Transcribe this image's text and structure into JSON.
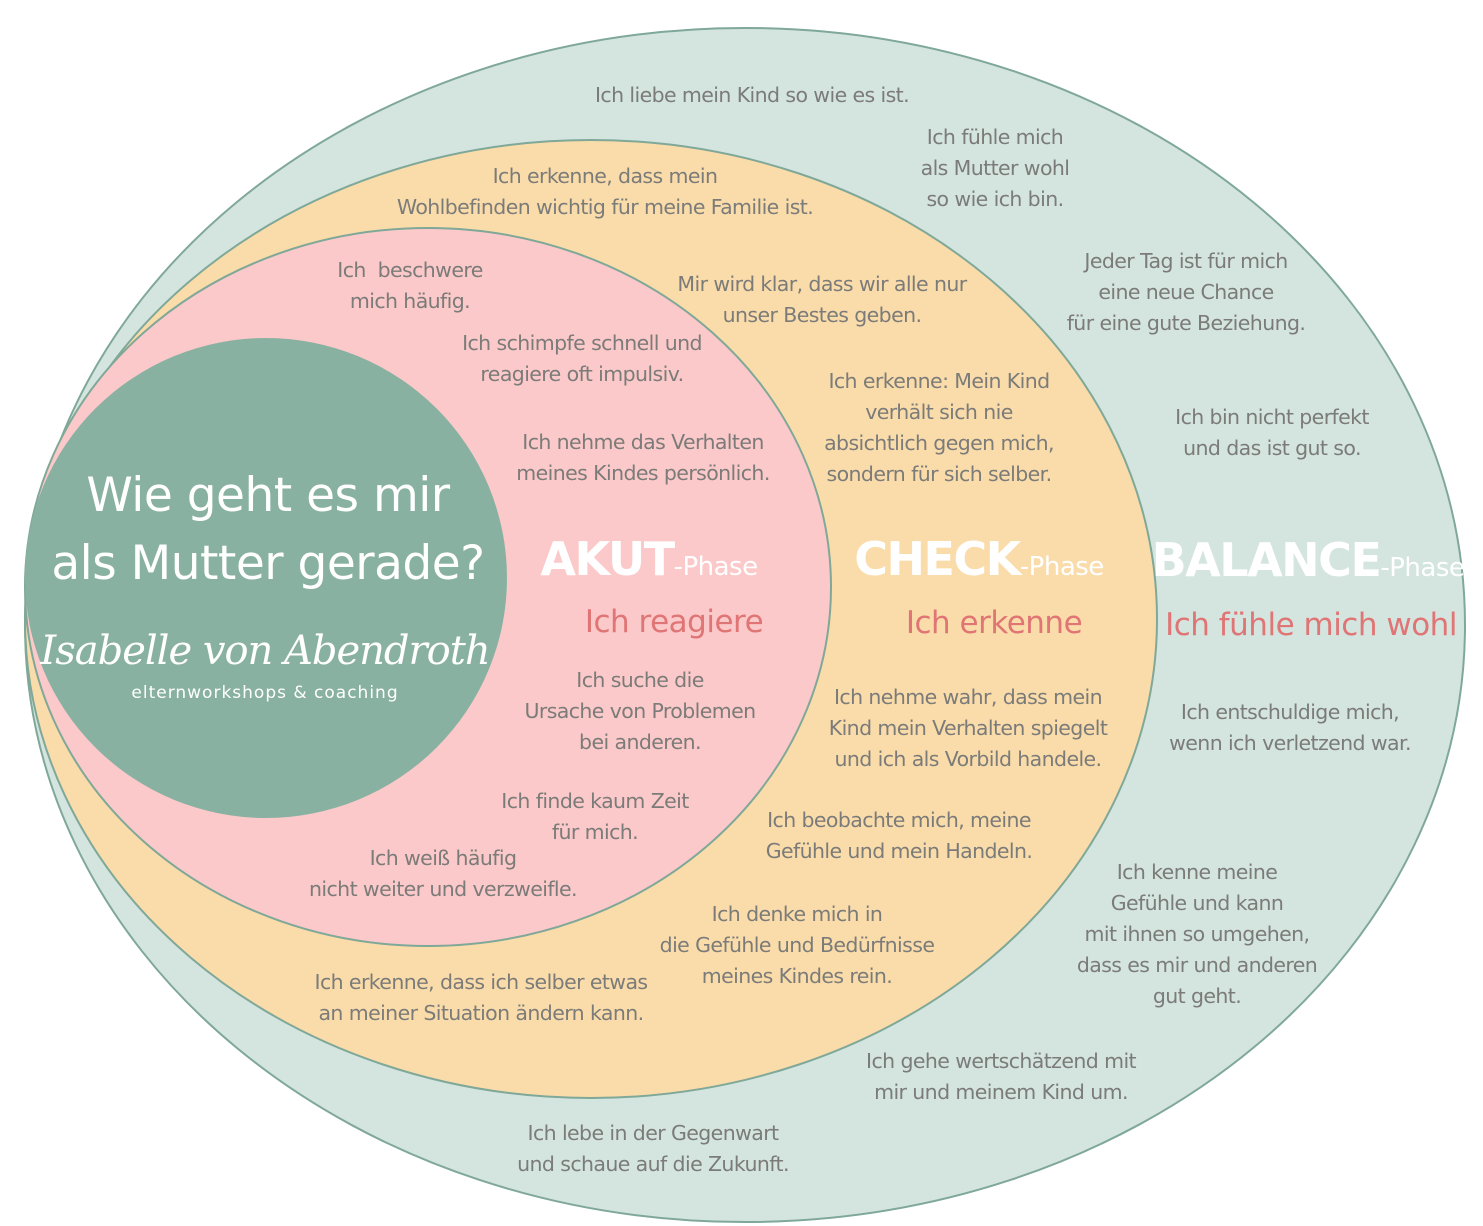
{
  "colors": {
    "balance_fill": "#d4e4df",
    "check_fill": "#fadcaa",
    "akut_fill": "#fbc9c9",
    "center_fill": "#89b1a2",
    "outline": "#7fa898",
    "statement_text": "#7b7b79",
    "motto_text": "#e07575",
    "phase_text": "#ffffff"
  },
  "center": {
    "title": "Wie geht es mir\nals Mutter gerade?",
    "signature": "Isabelle von Abendroth",
    "tagline": "elternworkshops & coaching"
  },
  "phases": {
    "akut": {
      "name": "AKUT",
      "suffix": "-Phase",
      "motto": "Ich reagiere",
      "statements": [
        "Ich  beschwere\nmich häufig.",
        "Ich schimpfe schnell und\nreagiere oft impulsiv.",
        "Ich nehme das Verhalten\nmeines Kindes persönlich.",
        "Ich suche die\nUrsache von Problemen\nbei anderen.",
        "Ich finde kaum Zeit\nfür mich.",
        "Ich weiß häufig\nnicht weiter und verzweifle."
      ]
    },
    "check": {
      "name": "CHECK",
      "suffix": "-Phase",
      "motto": "Ich erkenne",
      "statements": [
        "Ich erkenne, dass mein\nWohlbefinden wichtig für meine Familie ist.",
        "Mir wird klar, dass wir alle nur\nunser Bestes geben.",
        "Ich erkenne: Mein Kind\nverhält sich nie\nabsichtlich gegen mich,\nsondern für sich selber.",
        "Ich nehme wahr, dass mein\nKind mein Verhalten spiegelt\nund ich als Vorbild handele.",
        "Ich beobachte mich, meine\nGefühle und mein Handeln.",
        "Ich denke mich in\ndie Gefühle und Bedürfnisse\nmeines Kindes rein.",
        "Ich erkenne, dass ich selber etwas\nan meiner Situation ändern kann."
      ]
    },
    "balance": {
      "name": "BALANCE",
      "suffix": "-Phase",
      "motto": "Ich fühle mich wohl",
      "statements": [
        "Ich liebe mein Kind so wie es ist.",
        "Ich fühle mich\nals Mutter wohl\nso wie ich bin.",
        "Jeder Tag ist für mich\neine neue Chance\nfür eine gute Beziehung.",
        "Ich bin nicht perfekt\nund das ist gut so.",
        "Ich entschuldige mich,\nwenn ich verletzend war.",
        "Ich kenne meine\nGefühle und kann\nmit ihnen so umgehen,\ndass es mir und anderen\ngut geht.",
        "Ich gehe wertschätzend mit\nmir und meinem Kind um.",
        "Ich lebe in der Gegenwart\nund schaue auf die Zukunft."
      ]
    }
  }
}
